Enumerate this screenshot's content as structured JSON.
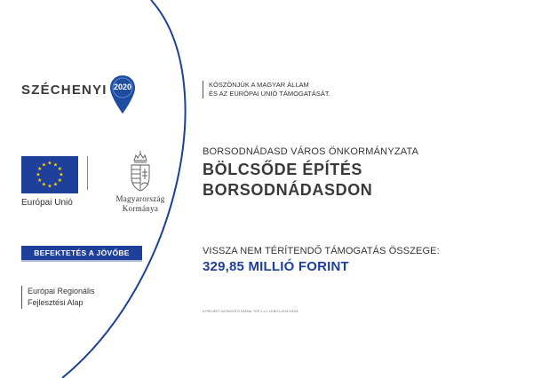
{
  "szechenyi_logo": {
    "wordmark": "SZÉCHENYI",
    "year": "2020"
  },
  "thanks": {
    "line1": "KÖSZÖNJÜK A MAGYAR ÁLLAM",
    "line2": "ÉS AZ EURÓPAI UNIÓ TÁMOGATÁSÁT."
  },
  "eu": {
    "label": "Európai Unió"
  },
  "government": {
    "line1": "Magyarország",
    "line2": "Kormánya"
  },
  "invest_badge": "BEFEKTETÉS A JÖVŐBE",
  "fund": {
    "line1": "Európai Regionális",
    "line2": "Fejlesztési Alap"
  },
  "beneficiary": "BORSODNÁDASD VÁROS ÖNKORMÁNYZATA",
  "project_title": {
    "line1": "BÖLCSŐDE ÉPÍTÉS",
    "line2": "BORSODNÁDASDON"
  },
  "grant_label": "VISSZA NEM TÉRÍTENDŐ TÁMOGATÁS ÖSSZEGE:",
  "grant_amount": "329,85 MILLIÓ FORINT",
  "project_id": "A PROJEKT AZONOSÍTÓ SZÁMA: TOP-1.4.1-15-BO1-2015-00026",
  "colors": {
    "accent_blue": "#1e3f9a",
    "curve_blue": "#1e3f9a",
    "eu_star": "#ffd400"
  }
}
